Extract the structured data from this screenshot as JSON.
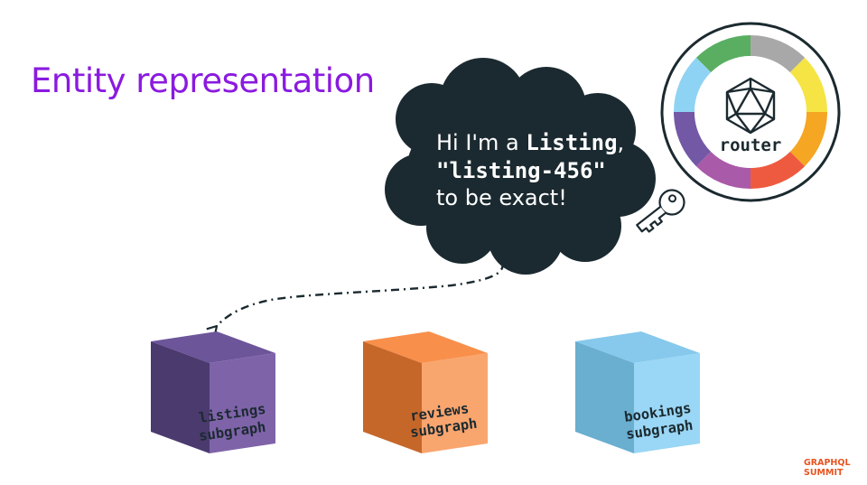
{
  "title": "Entity representation",
  "speech": {
    "line1_prefix": "Hi I'm a ",
    "line1_bold": "Listing",
    "line1_suffix": ",",
    "line2_bold": "\"listing-456\"",
    "line3": "to be exact!"
  },
  "router": {
    "label": "router",
    "ring_colors": [
      "#5aae61",
      "#a8a8a8",
      "#f5e443",
      "#f5a623",
      "#ee5a3f",
      "#a95aa8",
      "#7358a5",
      "#8fd3f4"
    ]
  },
  "subgraphs": [
    {
      "line1": "listings",
      "line2": "subgraph",
      "front": "#7f63a9",
      "top": "#6d559a",
      "side": "#4a3a6e"
    },
    {
      "line1": "reviews",
      "line2": "subgraph",
      "front": "#f9a56e",
      "top": "#f88f4a",
      "side": "#c6672a"
    },
    {
      "line1": "bookings",
      "line2": "subgraph",
      "front": "#9ad6f5",
      "top": "#86c9ec",
      "side": "#6aaed0"
    }
  ],
  "logo": {
    "line1": "GRAPHQL",
    "line2": "SUMMIT",
    "color": "#e8531f"
  },
  "icons": {
    "router_logo": "icosahedron-icon",
    "key": "key-icon"
  }
}
